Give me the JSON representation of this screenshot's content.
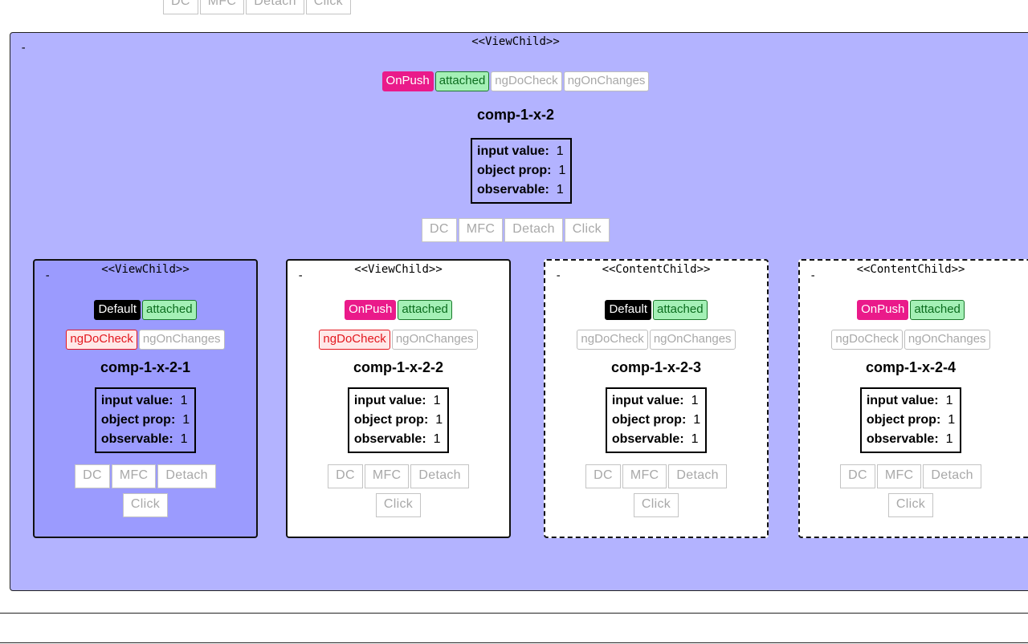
{
  "top": {
    "buttons": [
      "DC",
      "MFC",
      "Detach",
      "Click"
    ]
  },
  "parent": {
    "collapse": "-",
    "kind": "<<ViewChild>>",
    "strategy": "OnPush",
    "status": "attached",
    "hooks": [
      "ngDoCheck",
      "ngOnChanges"
    ],
    "name": "comp-1-x-2",
    "values": [
      {
        "label": "input value:",
        "value": "1"
      },
      {
        "label": "object prop:",
        "value": "1"
      },
      {
        "label": "observable:",
        "value": "1"
      }
    ],
    "buttons": [
      "DC",
      "MFC",
      "Detach",
      "Click"
    ]
  },
  "children": [
    {
      "collapse": "-",
      "kind": "<<ViewChild>>",
      "strategy": "Default",
      "status": "attached",
      "hooks": [
        "ngDoCheck",
        "ngOnChanges"
      ],
      "active_hook": "ngDoCheck",
      "name": "comp-1-x-2-1",
      "values": [
        {
          "label": "input value:",
          "value": "1"
        },
        {
          "label": "object prop:",
          "value": "1"
        },
        {
          "label": "observable:",
          "value": "1"
        }
      ],
      "buttons": [
        "DC",
        "MFC",
        "Detach",
        "Click"
      ]
    },
    {
      "collapse": "-",
      "kind": "<<ViewChild>>",
      "strategy": "OnPush",
      "status": "attached",
      "hooks": [
        "ngDoCheck",
        "ngOnChanges"
      ],
      "active_hook": "ngDoCheck",
      "name": "comp-1-x-2-2",
      "values": [
        {
          "label": "input value:",
          "value": "1"
        },
        {
          "label": "object prop:",
          "value": "1"
        },
        {
          "label": "observable:",
          "value": "1"
        }
      ],
      "buttons": [
        "DC",
        "MFC",
        "Detach",
        "Click"
      ]
    },
    {
      "collapse": "-",
      "kind": "<<ContentChild>>",
      "strategy": "Default",
      "status": "attached",
      "hooks": [
        "ngDoCheck",
        "ngOnChanges"
      ],
      "active_hook": "",
      "name": "comp-1-x-2-3",
      "values": [
        {
          "label": "input value:",
          "value": "1"
        },
        {
          "label": "object prop:",
          "value": "1"
        },
        {
          "label": "observable:",
          "value": "1"
        }
      ],
      "buttons": [
        "DC",
        "MFC",
        "Detach",
        "Click"
      ]
    },
    {
      "collapse": "-",
      "kind": "<<ContentChild>>",
      "strategy": "OnPush",
      "status": "attached",
      "hooks": [
        "ngDoCheck",
        "ngOnChanges"
      ],
      "active_hook": "",
      "name": "comp-1-x-2-4",
      "values": [
        {
          "label": "input value:",
          "value": "1"
        },
        {
          "label": "object prop:",
          "value": "1"
        },
        {
          "label": "observable:",
          "value": "1"
        }
      ],
      "buttons": [
        "DC",
        "MFC",
        "Detach",
        "Click"
      ]
    }
  ],
  "colors": {
    "parent_bg": "#b3b3ff",
    "child_default_bg": "#9b9bfe",
    "onpush": "#ea1a8a",
    "default": "#000000",
    "attached_bg": "#a4f0b6",
    "hook_active": "#e3171e"
  }
}
